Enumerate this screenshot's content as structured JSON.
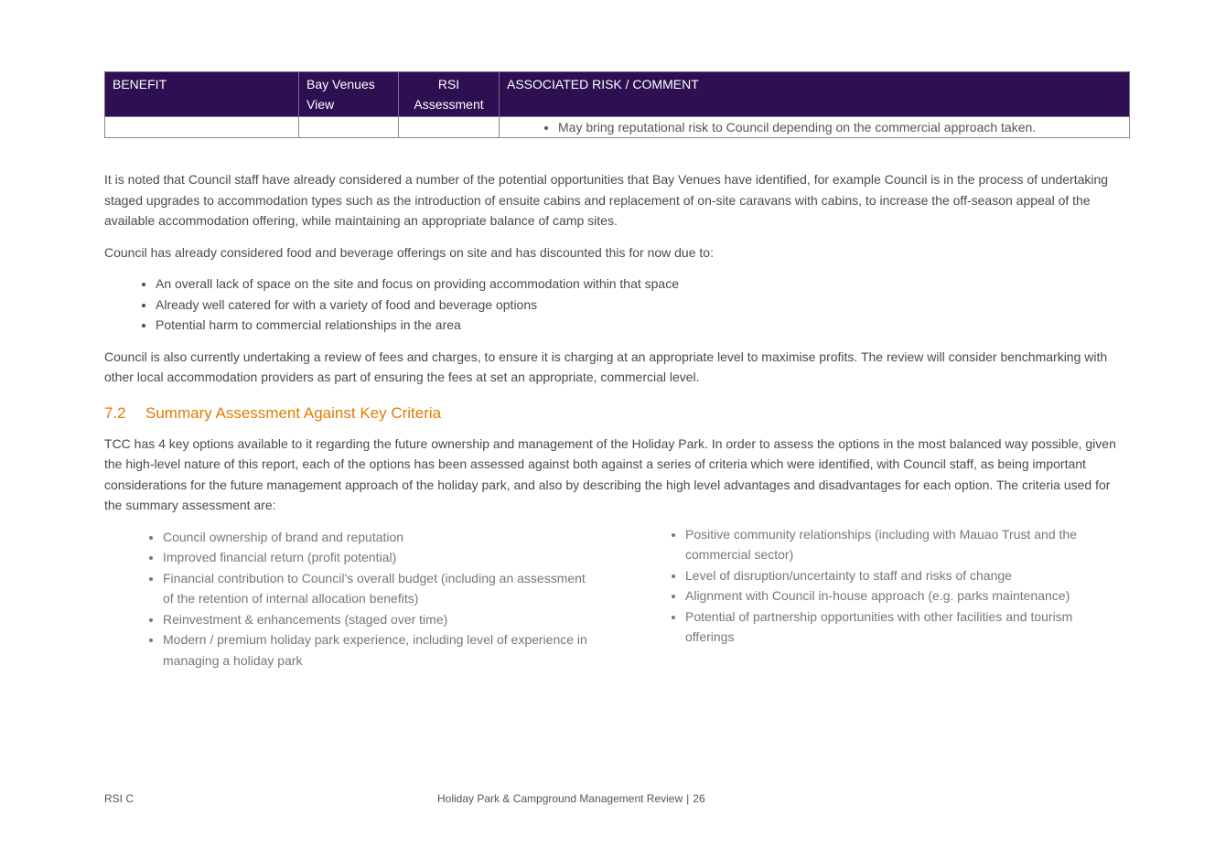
{
  "table": {
    "headers": [
      "BENEFIT",
      "Bay Venues View",
      "RSI Assessment",
      "ASSOCIATED RISK / COMMENT"
    ],
    "row_comment": "May bring reputational risk to Council depending on the commercial approach taken."
  },
  "para1": "It is noted that Council staff have already considered a number of the potential opportunities that Bay Venues have identified, for example Council is in the process of undertaking staged upgrades to accommodation types such as the introduction of ensuite cabins and replacement of on-site caravans with cabins, to increase the off-season appeal of the available accommodation offering, while maintaining an appropriate balance of camp sites.",
  "para2": "Council has already considered food and beverage offerings on site and has discounted this for now due to:",
  "bullets": [
    "An overall lack of space on the site and focus on providing accommodation within that space",
    "Already well catered for with a variety of food and beverage options",
    "Potential harm to commercial relationships in the area"
  ],
  "para3": "Council is also currently undertaking a review of fees and charges, to ensure it is charging at an appropriate level to maximise profits. The review will consider benchmarking with other local accommodation providers as part of ensuring the fees at set an appropriate, commercial level.",
  "section": {
    "number": "7.2",
    "title": "Summary Assessment Against Key Criteria"
  },
  "para4": "TCC has 4 key options available to it regarding the future ownership and management of the Holiday Park. In order to assess the options in the most balanced way possible, given the high-level nature of this report, each of the options has been assessed against both against a series of criteria which were identified, with Council staff, as being important considerations for the future management approach of the holiday park, and also by describing the high level advantages and disadvantages for each option.  The criteria used for the summary assessment are:",
  "criteria_left": [
    "Council ownership of brand and reputation",
    "Improved financial return (profit potential)",
    "Financial contribution to Council's overall budget (including an assessment of the retention of internal allocation benefits)",
    "Reinvestment & enhancements (staged over time)",
    "Modern / premium holiday park experience, including level of experience in managing a holiday park"
  ],
  "criteria_right": [
    "Positive community relationships (including with Mauao Trust and the commercial sector)",
    "Level of disruption/uncertainty to staff and risks of change",
    "Alignment with Council in-house approach (e.g. parks maintenance)",
    "Potential of partnership opportunities with other facilities and tourism offerings"
  ],
  "footer": {
    "left": "RSI C",
    "title": "Holiday Park & Campground Management Review",
    "separator": "|",
    "page": "26"
  }
}
